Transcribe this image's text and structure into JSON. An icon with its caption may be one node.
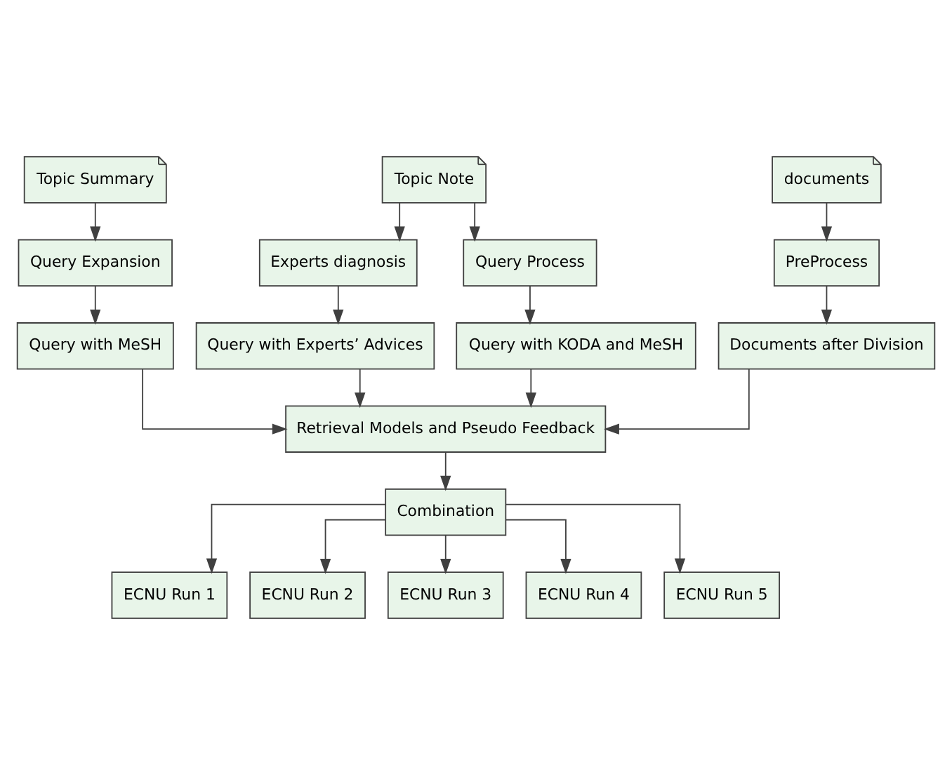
{
  "diagram": {
    "nodes": [
      {
        "text": [
          "Topic Summary"
        ]
      },
      {
        "text": [
          "Topic Note"
        ]
      },
      {
        "text": [
          "documents"
        ]
      },
      {
        "text": [
          "Query Expansion"
        ]
      },
      {
        "text": [
          "Experts diagnosis"
        ]
      },
      {
        "text": [
          "Query Process"
        ]
      },
      {
        "text": [
          "PreProcess"
        ]
      },
      {
        "text": [
          "Query with MeSH"
        ]
      },
      {
        "text": [
          "Query with Experts’ Advices"
        ]
      },
      {
        "text": [
          "Query with KODA and MeSH"
        ]
      },
      {
        "text": [
          "Documents after Division"
        ]
      },
      {
        "text": [
          "Retrieval Models and Pseudo Feedback"
        ]
      },
      {
        "text": [
          "Combination"
        ]
      },
      {
        "text": [
          "ECNU Run 1"
        ]
      },
      {
        "text": [
          "ECNU Run 2"
        ]
      },
      {
        "text": [
          "ECNU Run 3"
        ]
      },
      {
        "text": [
          "ECNU Run 4"
        ]
      },
      {
        "text": [
          "ECNU Run 5"
        ]
      }
    ],
    "edges": [
      {
        "from": 0,
        "to": 3,
        "arrow": "to"
      },
      {
        "from": 1,
        "to": 4,
        "arrow": "to"
      },
      {
        "from": 1,
        "to": 5,
        "arrow": "to"
      },
      {
        "from": 2,
        "to": 6,
        "arrow": "to"
      },
      {
        "from": 3,
        "to": 7,
        "arrow": "to"
      },
      {
        "from": 4,
        "to": 8,
        "arrow": "to"
      },
      {
        "from": 5,
        "to": 9,
        "arrow": "to"
      },
      {
        "from": 6,
        "to": 10,
        "arrow": "to"
      },
      {
        "from": 7,
        "to": 11,
        "arrow": "to"
      },
      {
        "from": 8,
        "to": 11,
        "arrow": "to"
      },
      {
        "from": 9,
        "to": 11,
        "arrow": "to"
      },
      {
        "from": 10,
        "to": 11,
        "arrow": "to"
      },
      {
        "from": 11,
        "to": 12,
        "arrow": "to"
      },
      {
        "from": 12,
        "to": 13,
        "arrow": "to"
      },
      {
        "from": 12,
        "to": 14,
        "arrow": "to"
      },
      {
        "from": 12,
        "to": 15,
        "arrow": "to"
      },
      {
        "from": 12,
        "to": 16,
        "arrow": "to"
      },
      {
        "from": 12,
        "to": 17,
        "arrow": "to"
      }
    ]
  }
}
